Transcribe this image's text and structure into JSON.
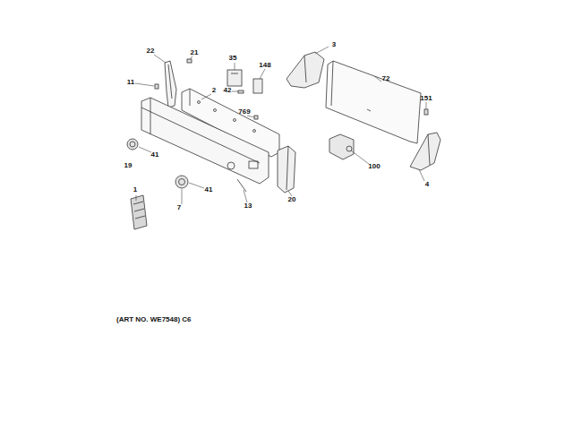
{
  "diagram": {
    "labels": [
      "22",
      "21",
      "35",
      "148",
      "3",
      "11",
      "2",
      "42",
      "72",
      "769",
      "151",
      "19",
      "41",
      "100",
      "1",
      "7",
      "41",
      "13",
      "20",
      "4",
      "(ART NO. WE7548) C6"
    ]
  }
}
